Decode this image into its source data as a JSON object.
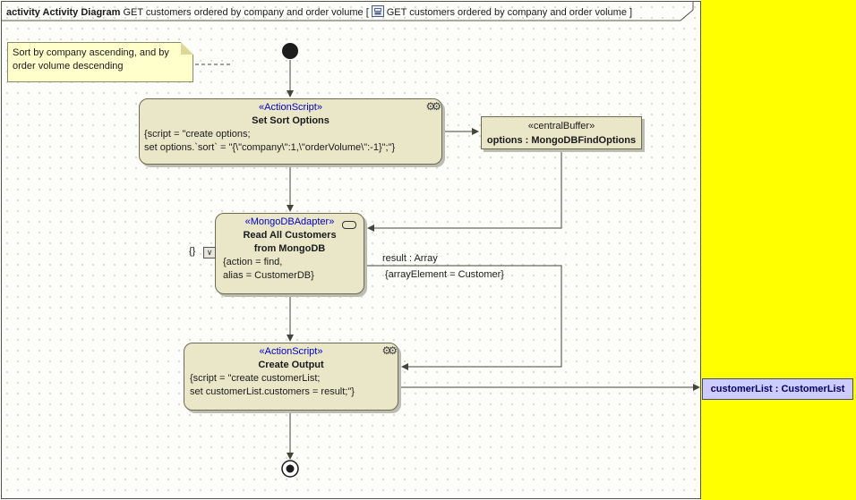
{
  "header": {
    "keyword_bold": "activity Activity Diagram",
    "title_left": "GET customers ordered by company and order volume [",
    "title_right": "GET customers ordered by company and order volume ]"
  },
  "note": {
    "line1": "Sort by company ascending, and by",
    "line2": "order volume descending"
  },
  "nodes": {
    "set_sort": {
      "stereotype": "«ActionScript»",
      "name": "Set Sort Options",
      "body1": "{script = \"create options;",
      "body2": "set options.`sort` = \"{\\\"company\\\":1,\\\"orderVolume\\\":-1}\";\"}"
    },
    "buffer": {
      "stereotype": "«centralBuffer»",
      "name": "options : MongoDBFindOptions"
    },
    "read_all": {
      "stereotype": "«MongoDBAdapter»",
      "name1": "Read All Customers",
      "name2": "from MongoDB",
      "body1": "{action = find,",
      "body2": "alias = CustomerDB}"
    },
    "create_output": {
      "stereotype": "«ActionScript»",
      "name": "Create Output",
      "body1": "{script = \"create customerList;",
      "body2": "set customerList.customers = result;\"}"
    },
    "customer_list": {
      "name": "customerList : CustomerList"
    }
  },
  "edges": {
    "result_label": "result : Array",
    "result_constraint": "{arrayElement = Customer}",
    "empty_braces": "{}"
  },
  "icons": {
    "gears": "⚙⚙",
    "pin_check": "∨"
  },
  "colors": {
    "node_fill": "#eae6c8",
    "node_border": "#6b6b52",
    "note_fill": "#ffffcc",
    "object_fill": "#ccccff",
    "stereotype_blue": "#0000cc",
    "canvas_yellow": "#ffff00"
  }
}
